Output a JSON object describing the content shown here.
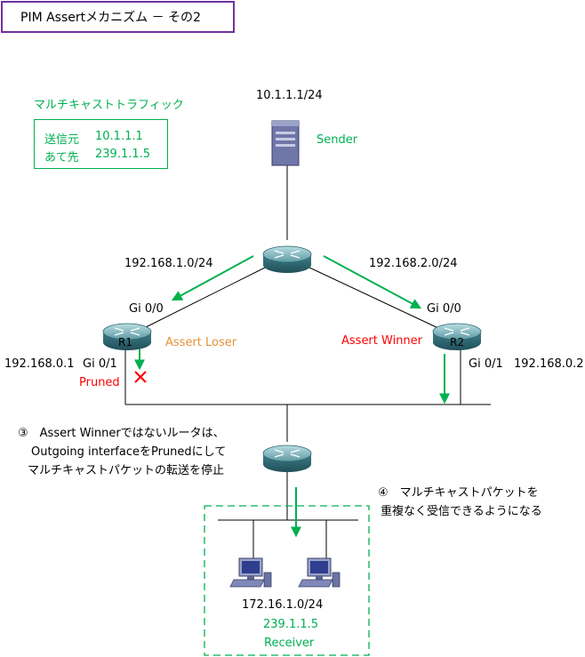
{
  "title": "PIM Assertメカニズム － その2",
  "legend": {
    "heading": "マルチキャストトラフィック",
    "row1_label": "送信元",
    "row1_value": "10.1.1.1",
    "row2_label": "あて先",
    "row2_value": "239.1.1.5"
  },
  "sender": {
    "ip": "10.1.1.1/24",
    "label": "Sender"
  },
  "links": {
    "left_net": "192.168.1.0/24",
    "right_net": "192.168.2.0/24"
  },
  "r1": {
    "name": "R1",
    "if_top": "Gi 0/0",
    "if_bottom": "Gi 0/1",
    "ip": "192.168.0.1",
    "role": "Assert Loser",
    "state": "Pruned"
  },
  "r2": {
    "name": "R2",
    "if_top": "Gi 0/0",
    "if_bottom": "Gi 0/1",
    "ip": "192.168.0.2",
    "role": "Assert Winner"
  },
  "note3": {
    "line1": "③　Assert Winnerではないルータは、",
    "line2": "Outgoing interfaceをPrunedにして",
    "line3": "マルチキャストパケットの転送を停止"
  },
  "note4": {
    "line1": "④　マルチキャストパケットを",
    "line2": "重複なく受信できるようになる"
  },
  "receiver": {
    "net": "172.16.1.0/24",
    "group": "239.1.1.5",
    "label": "Receiver"
  },
  "colors": {
    "green": "#00b050",
    "red": "#ff0000",
    "orange": "#e69138",
    "purple": "#7030a0"
  }
}
